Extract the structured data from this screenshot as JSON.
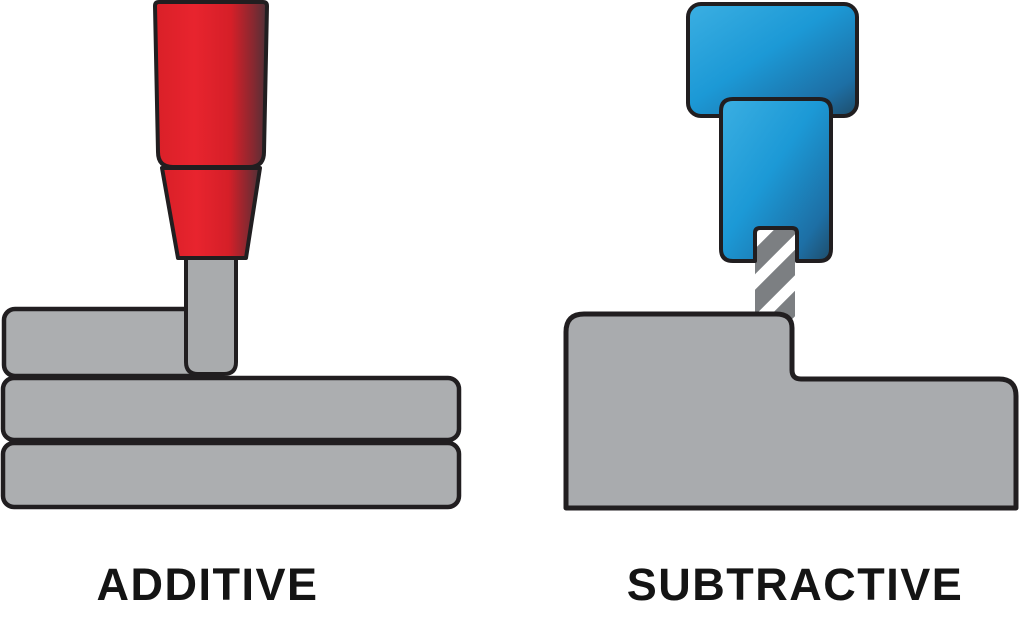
{
  "panels": [
    {
      "name": "additive",
      "label": "ADDITIVE"
    },
    {
      "name": "subtractive",
      "label": "SUBTRACTIVE"
    }
  ],
  "colors": {
    "background": "#ffffff",
    "outline": "#211e20",
    "red_edge": "#d92028",
    "red_bright": "#e8242e",
    "red_mid": "#d51f28",
    "red_shadow": "#8a2830",
    "red_dark": "#4e3138",
    "blue_light": "#3bafe2",
    "blue_mid": "#1c99d6",
    "blue_deep": "#1d6fa5",
    "blue_dark": "#1f4c69",
    "layer_gray": "#acaeb0",
    "tip_gray": "#a9abad",
    "block_gray": "#a9abae",
    "bit_gray": "#7c7f82",
    "bit_stripe": "#ffffff",
    "label_text": "#141414"
  }
}
